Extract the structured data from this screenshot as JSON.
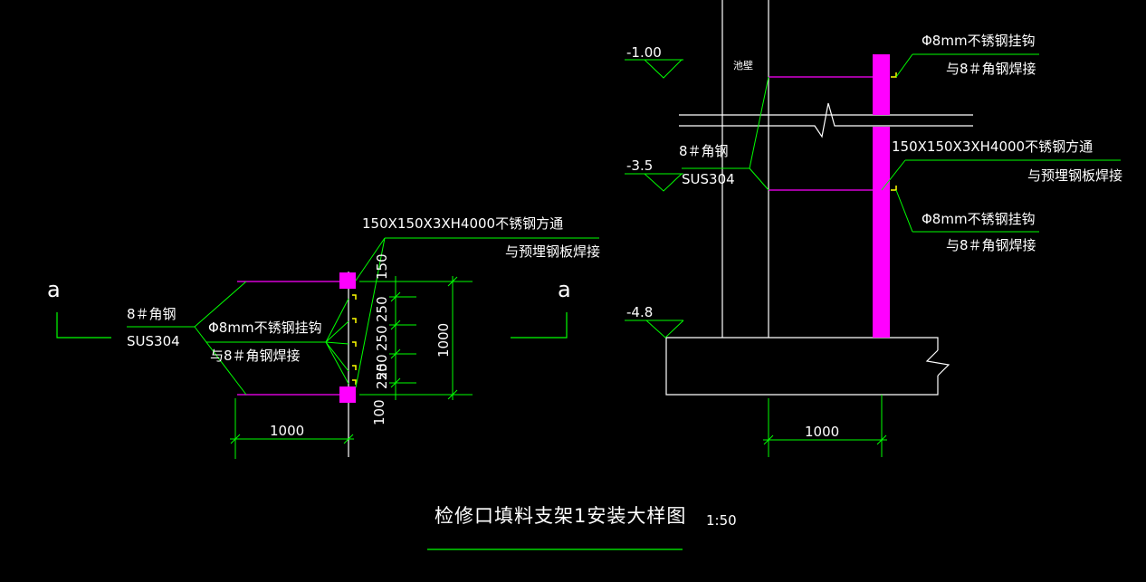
{
  "colors": {
    "background": "#000000",
    "line_white": "#ffffff",
    "line_green": "#00ff00",
    "line_magenta": "#ff00ff",
    "hook_yellow": "#ffff00"
  },
  "section_marks": {
    "left": "a",
    "right": "a"
  },
  "left_view": {
    "angle_label": "8＃角钢",
    "material_label": "SUS304",
    "hook_label_1": "Φ8mm不锈钢挂钩",
    "hook_label_2": "与8＃角钢焊接",
    "tube_label_1": "150X150X3XH4000不锈钢方通",
    "tube_label_2": "与预埋钢板焊接",
    "dim_width": "1000",
    "dim_height": "1000",
    "dim_top": "150",
    "dim_bottom": "100",
    "dim_seg_1": "250",
    "dim_seg_2": "250",
    "dim_seg_3": "250",
    "dim_seg_4": "250"
  },
  "right_view": {
    "level_1": "-1.00",
    "level_2": "-3.5",
    "level_3": "-4.8",
    "wall_label": "池壁",
    "hook_label_1": "Φ8mm不锈钢挂钩",
    "hook_label_2": "与8＃角钢焊接",
    "tube_label_1": "150X150X3XH4000不锈钢方通",
    "tube_label_2": "与预埋钢板焊接",
    "angle_label": "8＃角钢",
    "material_label": "SUS304",
    "hook_label_3": "Φ8mm不锈钢挂钩",
    "hook_label_4": "与8＃角钢焊接",
    "dim_width": "1000"
  },
  "title": {
    "main": "检修口填料支架1安装大样图",
    "scale": "1:50"
  }
}
